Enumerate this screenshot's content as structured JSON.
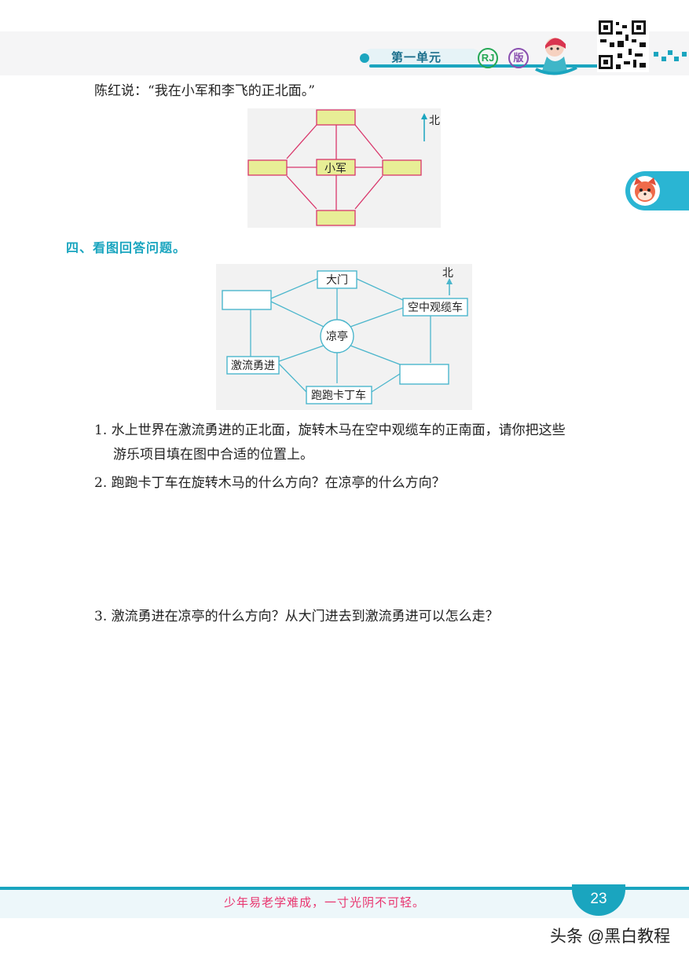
{
  "header": {
    "unit_title": "第一单元",
    "badge_rj": "RJ",
    "badge_ban": "版",
    "accent_color": "#1aa5bf"
  },
  "part3_tail": {
    "statement": "陈红说：“我在小军和李飞的正北面。”",
    "diagram": {
      "center_label": "小军",
      "north_label": "北"
    }
  },
  "section4": {
    "title": "四、看图回答问题。",
    "diagram": {
      "north_label": "北",
      "nodes": {
        "gate": "大门",
        "cable_car": "空中观缆车",
        "pavilion": "凉亭",
        "rafting": "激流勇进",
        "kart": "跑跑卡丁车"
      }
    },
    "questions": [
      "1. 水上世界在激流勇进的正北面，旋转木马在空中观缆车的正南面，请你把这些",
      "游乐项目填在图中合适的位置上。",
      "2. 跑跑卡丁车在旋转木马的什么方向？在凉亭的什么方向？",
      "3. 激流勇进在凉亭的什么方向？从大门进去到激流勇进可以怎么走？"
    ]
  },
  "footer": {
    "motto": "少年易老学难成，一寸光阴不可轻。",
    "page_number": "23",
    "watermark": "头条 @黑白教程"
  }
}
